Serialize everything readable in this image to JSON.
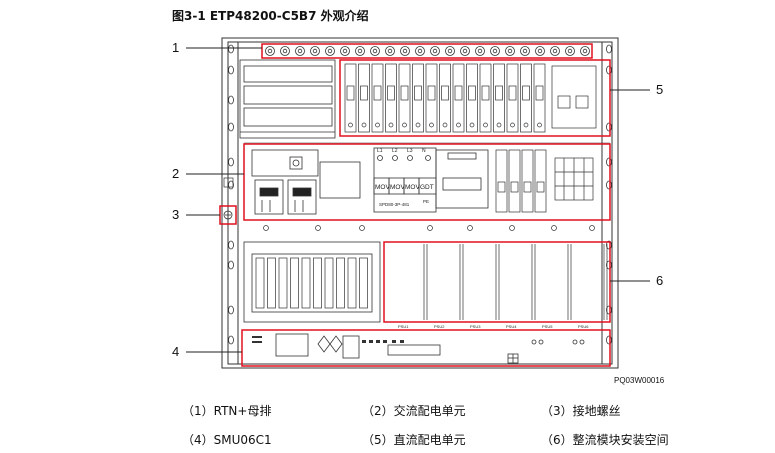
{
  "figure": {
    "title": "图3-1  ETP48200-C5B7 外观介绍",
    "code": "PQ03W00016"
  },
  "callouts": [
    "1",
    "2",
    "3",
    "4",
    "5",
    "6"
  ],
  "device_labels": {
    "phases": [
      "L1",
      "L2",
      "L3",
      "N"
    ],
    "mov": [
      "MOV",
      "MOV",
      "MOV",
      "GDT"
    ],
    "spd_model": "SPD80-3P-481",
    "pe": "PE",
    "psu_slots": [
      "PSU1",
      "PSU2",
      "PSU3",
      "PSU4",
      "PSU5",
      "PSU6"
    ]
  },
  "legend": [
    {
      "num": "（1）",
      "text": "RTN+母排"
    },
    {
      "num": "（2）",
      "text": "交流配电单元"
    },
    {
      "num": "（3）",
      "text": "接地螺丝"
    },
    {
      "num": "（4）",
      "text": "SMU06C1"
    },
    {
      "num": "（5）",
      "text": "直流配电单元"
    },
    {
      "num": "（6）",
      "text": "整流模块安装空间"
    }
  ],
  "colors": {
    "highlight": "#e0101e",
    "line": "#333333"
  }
}
